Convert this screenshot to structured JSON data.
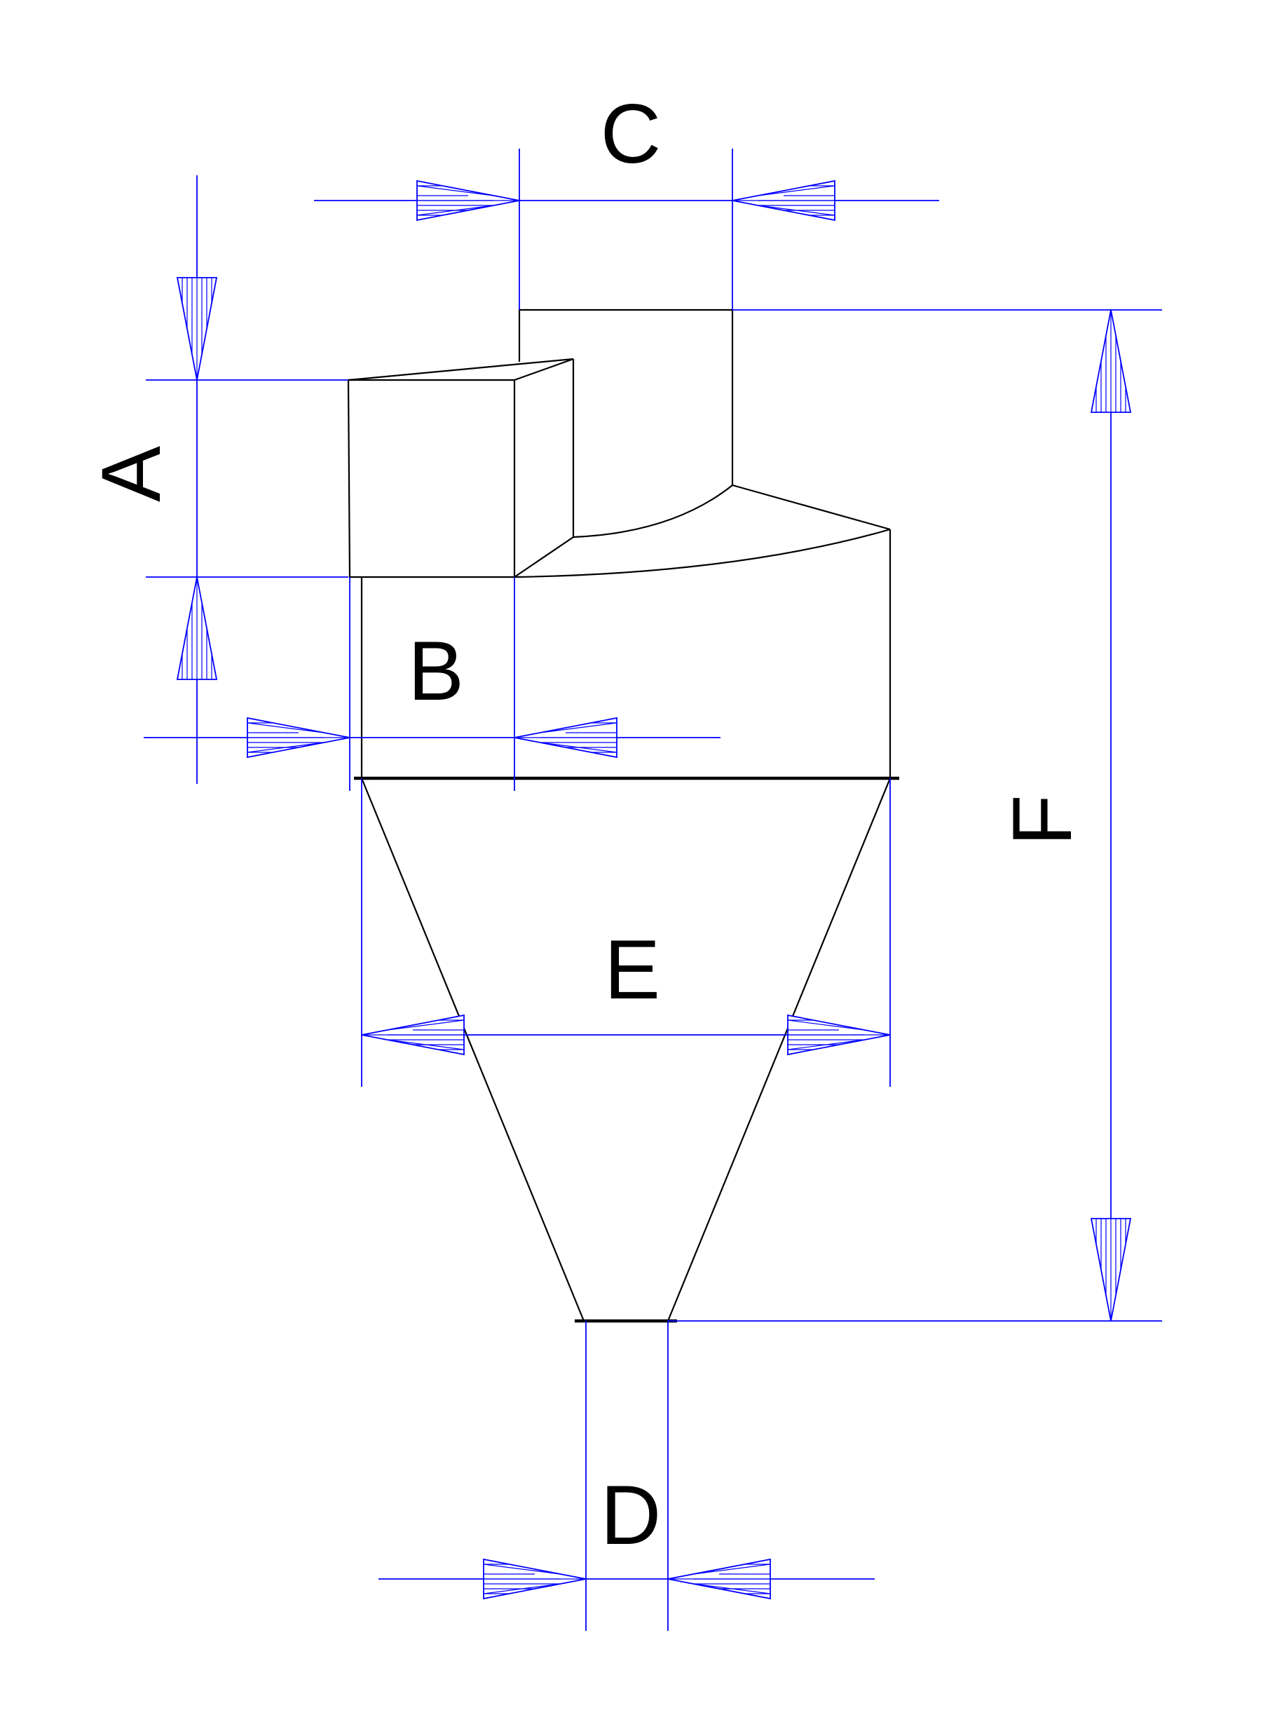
{
  "dimensions": {
    "A": "A",
    "B": "B",
    "C": "C",
    "D": "D",
    "E": "E",
    "F": "F"
  },
  "colors": {
    "object_lines": "#000000",
    "dimension_lines": "#0000ff",
    "background": "#ffffff"
  }
}
